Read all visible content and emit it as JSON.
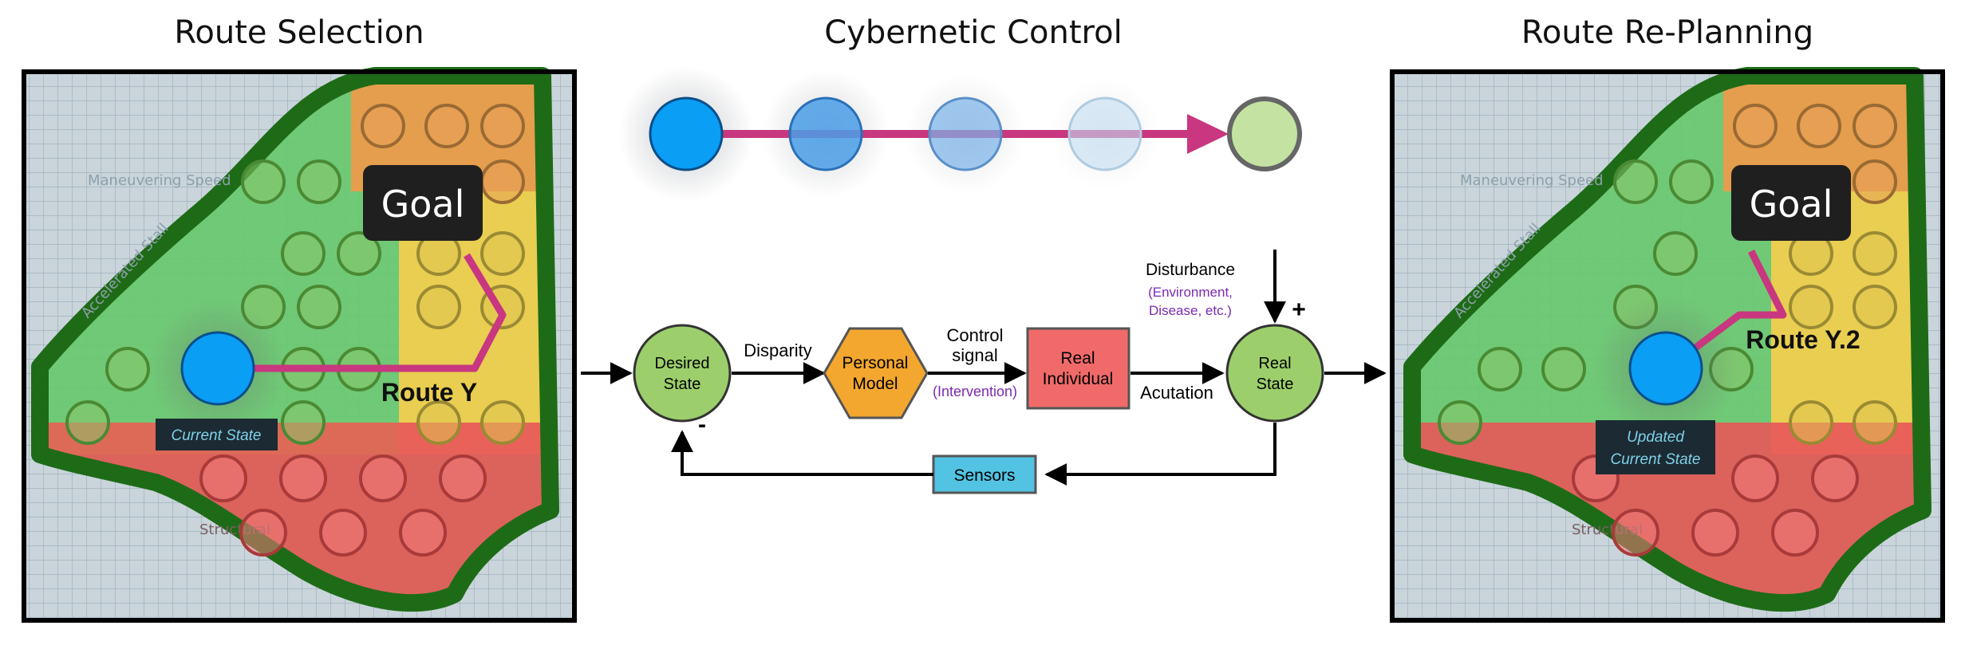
{
  "titles": {
    "left": "Route Selection",
    "middle": "Cybernetic Control",
    "right": "Route Re-Planning"
  },
  "left_panel": {
    "goal": "Goal",
    "route": "Route Y",
    "current_state": "Current State",
    "faded_labels": [
      "Maneuvering Speed",
      "Accelerated Stall",
      "Structural"
    ]
  },
  "right_panel": {
    "goal": "Goal",
    "route": "Route Y.2",
    "current_state_line1": "Updated",
    "current_state_line2": "Current State",
    "faded_labels": [
      "Maneuvering Speed",
      "Accelerated Stall",
      "Structural"
    ]
  },
  "control_loop": {
    "desired_state_line1": "Desired",
    "desired_state_line2": "State",
    "disparity": "Disparity",
    "personal_model_line1": "Personal",
    "personal_model_line2": "Model",
    "control_signal_line1": "Control",
    "control_signal_line2": "signal",
    "intervention": "(Intervention)",
    "real_individual_line1": "Real",
    "real_individual_line2": "Individual",
    "acutation": "Acutation",
    "real_state_line1": "Real",
    "real_state_line2": "State",
    "disturbance": "Disturbance",
    "disturbance_detail_line1": "(Environment,",
    "disturbance_detail_line2": "Disease, etc.)",
    "plus": "+",
    "minus": "-",
    "sensors": "Sensors"
  },
  "colors": {
    "frame_green": "#1e6b17",
    "route_magenta": "#c8377f",
    "state_blue": "#0a9ef5",
    "node_green": "#9ccf6b",
    "node_orange": "#f3a72f",
    "node_red": "#f06a6a",
    "sensors_blue": "#52c3e3",
    "intervention_purple": "#7a2ab3"
  }
}
